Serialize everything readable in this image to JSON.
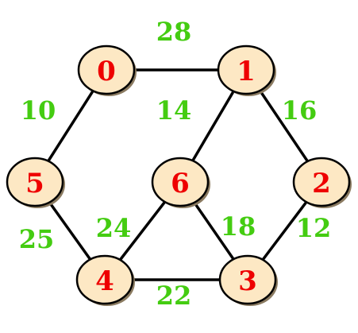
{
  "colors": {
    "node_fill": "#fde8c4",
    "node_stroke": "#000000",
    "node_label": "#ee0000",
    "weight_label": "#44cc11",
    "edge": "#000000"
  },
  "nodes": [
    {
      "id": "0",
      "label": "0"
    },
    {
      "id": "1",
      "label": "1"
    },
    {
      "id": "2",
      "label": "2"
    },
    {
      "id": "3",
      "label": "3"
    },
    {
      "id": "4",
      "label": "4"
    },
    {
      "id": "5",
      "label": "5"
    },
    {
      "id": "6",
      "label": "6"
    }
  ],
  "edges": [
    {
      "from": "0",
      "to": "1",
      "weight": "28"
    },
    {
      "from": "0",
      "to": "5",
      "weight": "10"
    },
    {
      "from": "1",
      "to": "6",
      "weight": "14"
    },
    {
      "from": "1",
      "to": "2",
      "weight": "16"
    },
    {
      "from": "5",
      "to": "4",
      "weight": "25"
    },
    {
      "from": "6",
      "to": "4",
      "weight": "24"
    },
    {
      "from": "6",
      "to": "3",
      "weight": "18"
    },
    {
      "from": "2",
      "to": "3",
      "weight": "12"
    },
    {
      "from": "4",
      "to": "3",
      "weight": "22"
    }
  ]
}
